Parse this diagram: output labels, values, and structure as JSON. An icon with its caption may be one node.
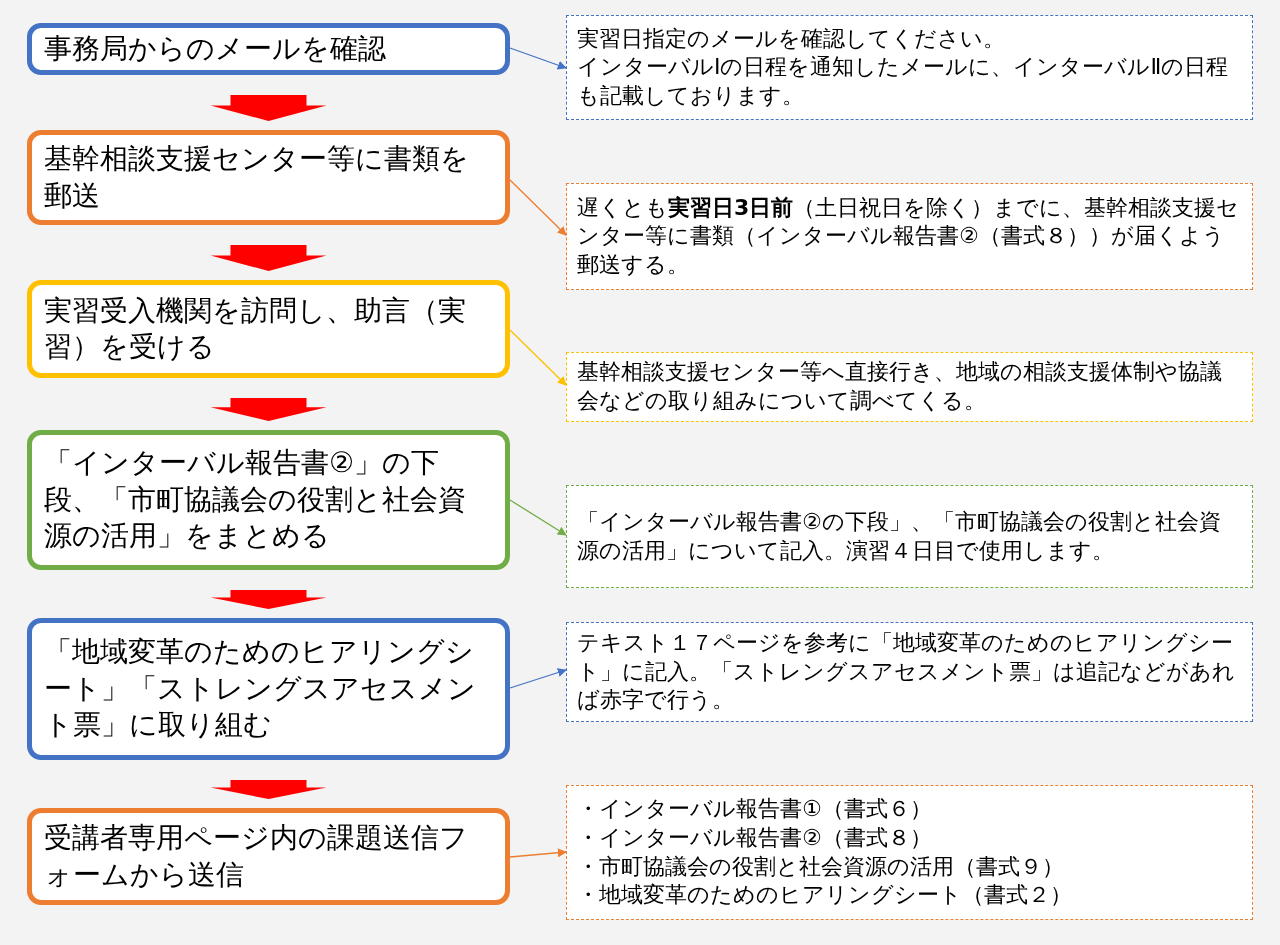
{
  "diagram": {
    "nodes": [
      {
        "text": [
          "事務局からのメールを確認"
        ]
      },
      {
        "text": [
          "基幹相談支援センター等に書類を郵送"
        ]
      },
      {
        "text": [
          "実習受入機関を訪問し、助言（実習）を受ける"
        ]
      },
      {
        "text": [
          "「インターバル報告書②」の下段、「市町協議会の役割と社会資源の活用」をまとめる"
        ]
      },
      {
        "text": [
          "「地域変革のためのヒアリングシート」「ストレングスアセスメント票」に取り組む"
        ]
      },
      {
        "text": [
          "受講者専用ページ内の課題送信フォームから送信"
        ]
      },
      {
        "text": [
          "実習日指定のメールを確認してください。",
          "インターバルⅠの日程を通知したメールに、インターバルⅡの日程も記載しております。"
        ]
      },
      {
        "text": [
          "遅くとも**実習日3日前**（土日祝日を除く）までに、基幹相談支援センター等に書類（インターバル報告書②（書式８））が届くよう郵送する。"
        ]
      },
      {
        "text": [
          "基幹相談支援センター等へ直接行き、地域の相談支援体制や協議会などの取り組みについて調べてくる。"
        ]
      },
      {
        "text": [
          "「インターバル報告書②の下段」、「市町協議会の役割と社会資源の活用」について記入。演習４日目で使用します。"
        ]
      },
      {
        "text": [
          "テキスト１７ページを参考に「地域変革のためのヒアリングシート」に記入。「ストレングスアセスメント票」は追記などがあれば赤字で行う。"
        ]
      },
      {
        "text": [
          "・インターバル報告書①（書式６）",
          "・インターバル報告書②（書式８）",
          "・市町協議会の役割と社会資源の活用（書式９）",
          "・地域変革のためのヒアリングシート（書式２）"
        ]
      }
    ],
    "edges": [
      {
        "from": 0,
        "to": 1,
        "arrow": "to",
        "style": "thick",
        "color": "#ff0000"
      },
      {
        "from": 1,
        "to": 2,
        "arrow": "to",
        "style": "thick",
        "color": "#ff0000"
      },
      {
        "from": 2,
        "to": 3,
        "arrow": "to",
        "style": "thick",
        "color": "#ff0000"
      },
      {
        "from": 3,
        "to": 4,
        "arrow": "to",
        "style": "thick",
        "color": "#ff0000"
      },
      {
        "from": 4,
        "to": 5,
        "arrow": "to",
        "style": "thick",
        "color": "#ff0000"
      },
      {
        "from": 0,
        "to": 6,
        "arrow": "to",
        "color": "#4472c4"
      },
      {
        "from": 1,
        "to": 7,
        "arrow": "to",
        "color": "#ed7d31"
      },
      {
        "from": 2,
        "to": 8,
        "arrow": "to",
        "color": "#ffc000"
      },
      {
        "from": 3,
        "to": 9,
        "arrow": "to",
        "color": "#70ad47"
      },
      {
        "from": 4,
        "to": 10,
        "arrow": "to",
        "color": "#4472c4"
      },
      {
        "from": 5,
        "to": 11,
        "arrow": "to",
        "color": "#ed7d31"
      }
    ]
  }
}
